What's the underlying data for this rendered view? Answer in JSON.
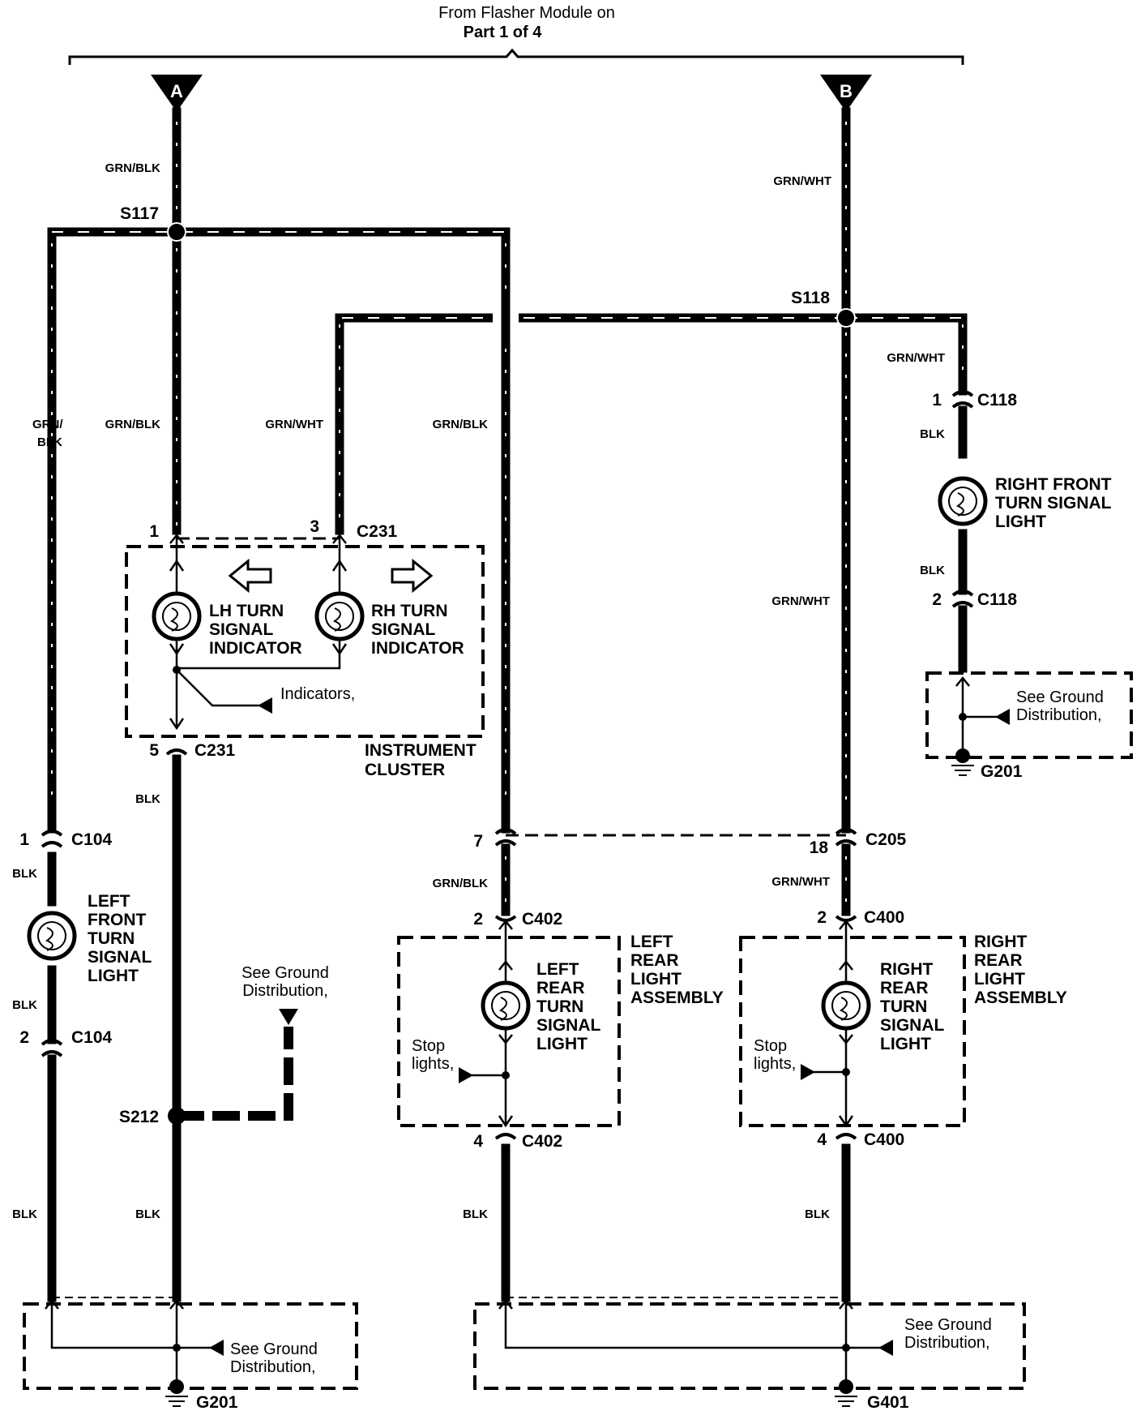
{
  "header": {
    "line1": "From Flasher Module on",
    "line2": "Part 1 of 4"
  },
  "connectors_top": {
    "a": "A",
    "b": "B"
  },
  "splices": {
    "s117": "S117",
    "s118": "S118",
    "s212": "S212"
  },
  "wire_colors": {
    "grn_blk": "GRN/BLK",
    "grn_wht": "GRN/WHT",
    "blk": "BLK",
    "grn_slash": "GRN/",
    "blk_part": "BLK"
  },
  "pins": {
    "p1": "1",
    "p2": "2",
    "p3": "3",
    "p4": "4",
    "p5": "5",
    "p7": "7",
    "p18": "18"
  },
  "connectors": {
    "c231": "C231",
    "c104": "C104",
    "c118": "C118",
    "c205": "C205",
    "c402": "C402",
    "c400": "C400"
  },
  "components": {
    "lh_indicator": [
      "LH TURN",
      "SIGNAL",
      "INDICATOR"
    ],
    "rh_indicator": [
      "RH TURN",
      "SIGNAL",
      "INDICATOR"
    ],
    "instrument_cluster": [
      "INSTRUMENT",
      "CLUSTER"
    ],
    "indicators_ref": "Indicators,",
    "left_front": [
      "LEFT",
      "FRONT",
      "TURN",
      "SIGNAL",
      "LIGHT"
    ],
    "right_front": [
      "RIGHT FRONT",
      "TURN SIGNAL",
      "LIGHT"
    ],
    "left_rear_light": [
      "LEFT",
      "REAR",
      "TURN",
      "SIGNAL",
      "LIGHT"
    ],
    "left_rear_assembly": [
      "LEFT",
      "REAR",
      "LIGHT",
      "ASSEMBLY"
    ],
    "right_rear_light": [
      "RIGHT",
      "REAR",
      "TURN",
      "SIGNAL",
      "LIGHT"
    ],
    "right_rear_assembly": [
      "RIGHT",
      "REAR",
      "LIGHT",
      "ASSEMBLY"
    ],
    "stop_lights": [
      "Stop",
      "lights,"
    ]
  },
  "ground_ref": [
    "See Ground",
    "Distribution,"
  ],
  "grounds": {
    "g201": "G201",
    "g401": "G401"
  }
}
